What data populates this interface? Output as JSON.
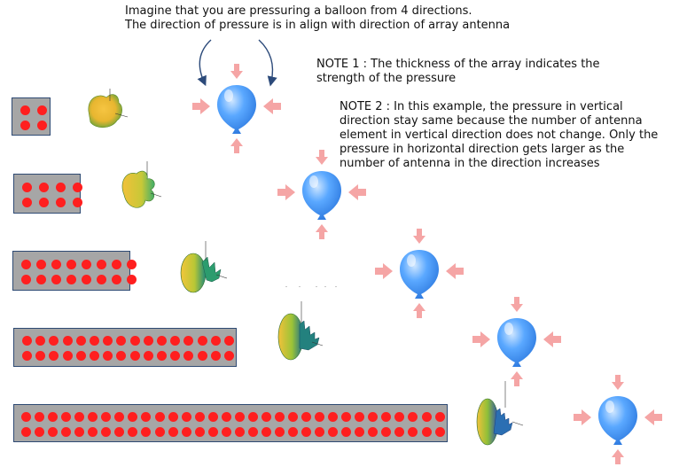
{
  "intro": {
    "line1": "Imagine that you are pressuring a balloon from 4 directions.",
    "line2": "The direction of pressure is in align with direction of array antenna"
  },
  "notes": {
    "note1": "NOTE 1 : The thickness of the array indicates the strength of the pressure",
    "note2": "NOTE 2 : In this example, the pressure in vertical direction stay same because the number of antenna element in vertical direction does not change. Only the pressure in horizontal direction gets larger as the number of antenna in the direction increases"
  },
  "arrays": [
    {
      "columns": 2,
      "rows": 2
    },
    {
      "columns": 4,
      "rows": 2
    },
    {
      "columns": 8,
      "rows": 2
    },
    {
      "columns": 16,
      "rows": 2
    },
    {
      "columns": 32,
      "rows": 2
    }
  ],
  "colors": {
    "array_fill": "#a6a6a6",
    "array_border": "#2e4a73",
    "element": "#ff1f1f",
    "arrow": "#f5a5a5",
    "balloon": "#5aa8ff",
    "curve_arrow": "#2c4a7a"
  }
}
